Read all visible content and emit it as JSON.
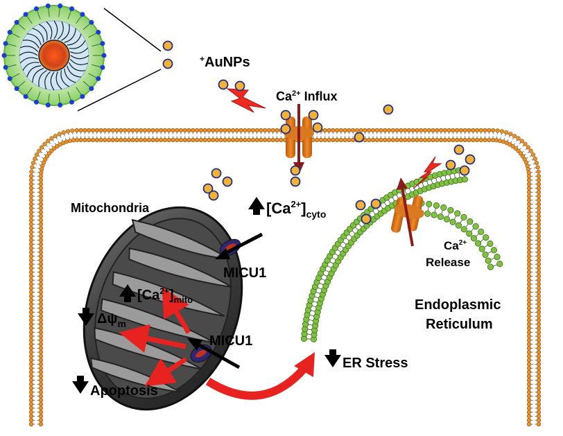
{
  "labels": {
    "aunps": "AuNPs",
    "aunps_sup": "+",
    "ca_influx_prefix": "Ca",
    "ca_influx_sup": "2+",
    "ca_influx_suffix": " Influx",
    "mitochondria": "Mitochondria",
    "ca_cyto_open": "[Ca",
    "ca_cyto_sup": "2+",
    "ca_cyto_close": "]",
    "ca_cyto_sub": "cyto",
    "micu1_top": "MICU1",
    "micu1_bottom": "MICU1",
    "ca_mito_open": "[Ca",
    "ca_mito_sup": "2+",
    "ca_mito_close": "]",
    "ca_mito_sub": "mito",
    "delta_psi": "Δψ",
    "delta_psi_sub": "m",
    "apoptosis": "Apoptosis",
    "ca_release_line1_main": "Ca",
    "ca_release_line1_sup": "2+",
    "ca_release_line2": "Release",
    "er_line1": "Endoplasmic",
    "er_line2": "Reticulum",
    "er_stress": "ER Stress"
  },
  "colors": {
    "membrane_head": "#e8932a",
    "membrane_tail": "#555555",
    "er_head": "#7fc241",
    "er_outline": "#3d6b1c",
    "nanoparticle_fill": "#f3b136",
    "nanoparticle_outline": "#1f2e8c",
    "arrow_red": "#e8231f",
    "channel_orange": "#e07b1c",
    "channel_blue": "#3a2f7a",
    "mito_dark": "#3c3c3c",
    "mito_light": "#9a9a9a"
  }
}
